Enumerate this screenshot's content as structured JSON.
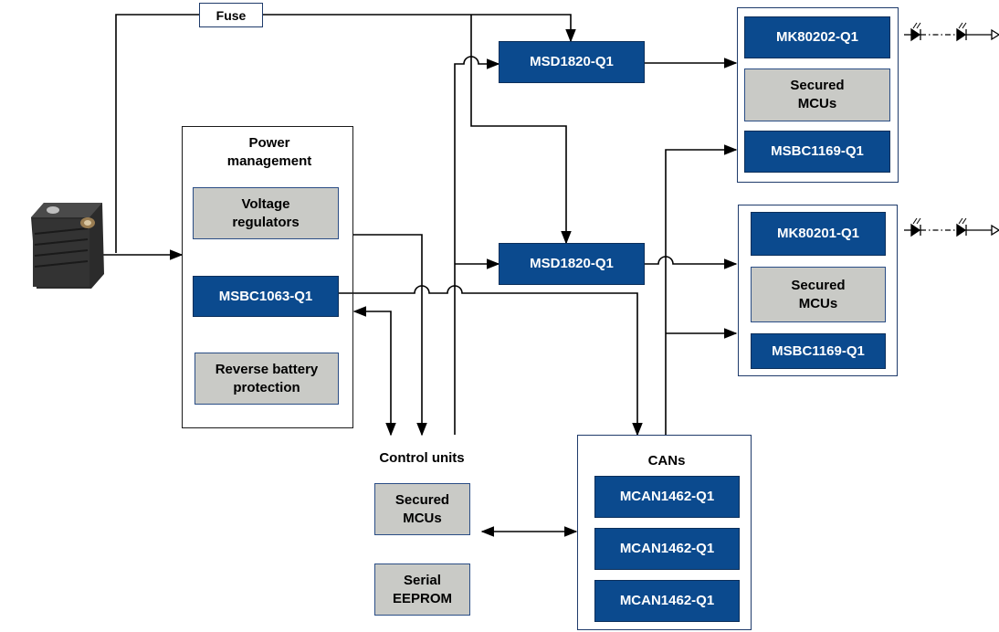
{
  "fuse": "Fuse",
  "power": {
    "title": "Power\nmanagement",
    "voltage": "Voltage\nregulators",
    "sbc": "MSBC1063-Q1",
    "reverse": "Reverse battery\nprotection"
  },
  "drivers": {
    "top": "MSD1820-Q1",
    "bottom": "MSD1820-Q1"
  },
  "module1": {
    "mk": "MK80202-Q1",
    "mcus": "Secured\nMCUs",
    "sbc": "MSBC1169-Q1"
  },
  "module2": {
    "mk": "MK80201-Q1",
    "mcus": "Secured\nMCUs",
    "sbc": "MSBC1169-Q1"
  },
  "control": {
    "title": "Control units",
    "mcus": "Secured\nMCUs",
    "eeprom": "Serial\nEEPROM"
  },
  "cans": {
    "title": "CANs",
    "items": [
      "MCAN1462-Q1",
      "MCAN1462-Q1",
      "MCAN1462-Q1"
    ]
  },
  "colors": {
    "blue_box": "#0b4a8e",
    "gray_box": "#c9cac6",
    "frame": "#1f3b6b"
  },
  "icons": [
    "battery-icon",
    "led-icon",
    "diode-icon"
  ]
}
